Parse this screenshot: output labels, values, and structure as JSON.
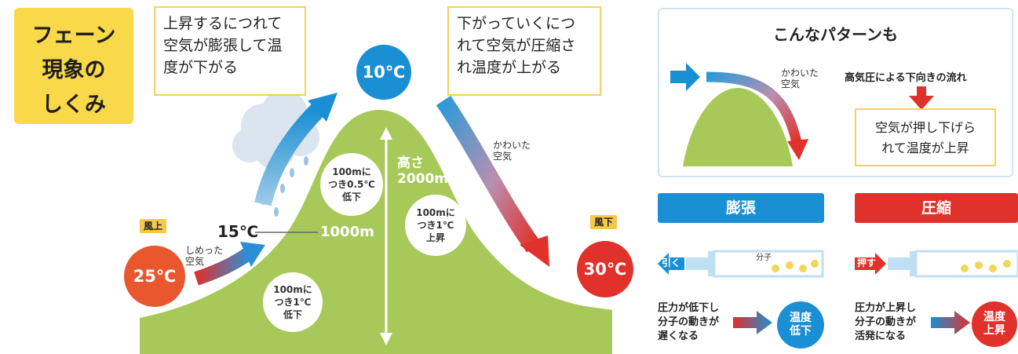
{
  "title": {
    "line1": "フェーン",
    "line2": "現象の",
    "line3": "しくみ"
  },
  "callout_left": {
    "line1": "上昇するにつれて",
    "line2": "空気が膨張して温",
    "line3": "度が下がる"
  },
  "callout_right": {
    "line1": "下がっていくにつ",
    "line2": "れて空気が圧縮さ",
    "line3": "れ温度が上がる"
  },
  "temps": {
    "peak": "10℃",
    "windward": "25℃",
    "leeward": "30℃",
    "mid": "15℃"
  },
  "tags": {
    "windward": "風上",
    "leeward": "風下"
  },
  "labels": {
    "moist_air_1": "しめった",
    "moist_air_2": "空気",
    "dry_air_1": "かわいた",
    "dry_air_2": "空気",
    "height_1": "高さ",
    "height_2": "2000m",
    "altitude_1000": "1000m"
  },
  "rates": {
    "lower": {
      "l1": "100mに",
      "l2": "つき1℃",
      "l3": "低下"
    },
    "upper": {
      "l1": "100mに",
      "l2": "つき0.5℃",
      "l3": "低下"
    },
    "descend": {
      "l1": "100mに",
      "l2": "つき1℃",
      "l3": "上昇"
    }
  },
  "pattern_panel": {
    "heading": "こんなパターンも",
    "dry_air_1": "かわいた",
    "dry_air_2": "空気",
    "flow_label": "高気圧による下向きの流れ",
    "result_1": "空気が押し下げら",
    "result_2": "れて温度が上昇"
  },
  "expansion": {
    "banner": "膨張",
    "action": "引く",
    "molecule": "分子",
    "desc_1": "圧力が低下し",
    "desc_2": "分子の動きが",
    "desc_3": "遅くなる",
    "result_1": "温度",
    "result_2": "低下"
  },
  "compression": {
    "banner": "圧縮",
    "action": "押す",
    "desc_1": "圧力が上昇し",
    "desc_2": "分子の動きが",
    "desc_3": "活発になる",
    "result_1": "温度",
    "result_2": "上昇"
  },
  "colors": {
    "mountain": "#a6c95a",
    "blue": "#1b8fd3",
    "red": "#e0312b",
    "orange": "#e8572d",
    "yellow": "#f9d84a"
  }
}
